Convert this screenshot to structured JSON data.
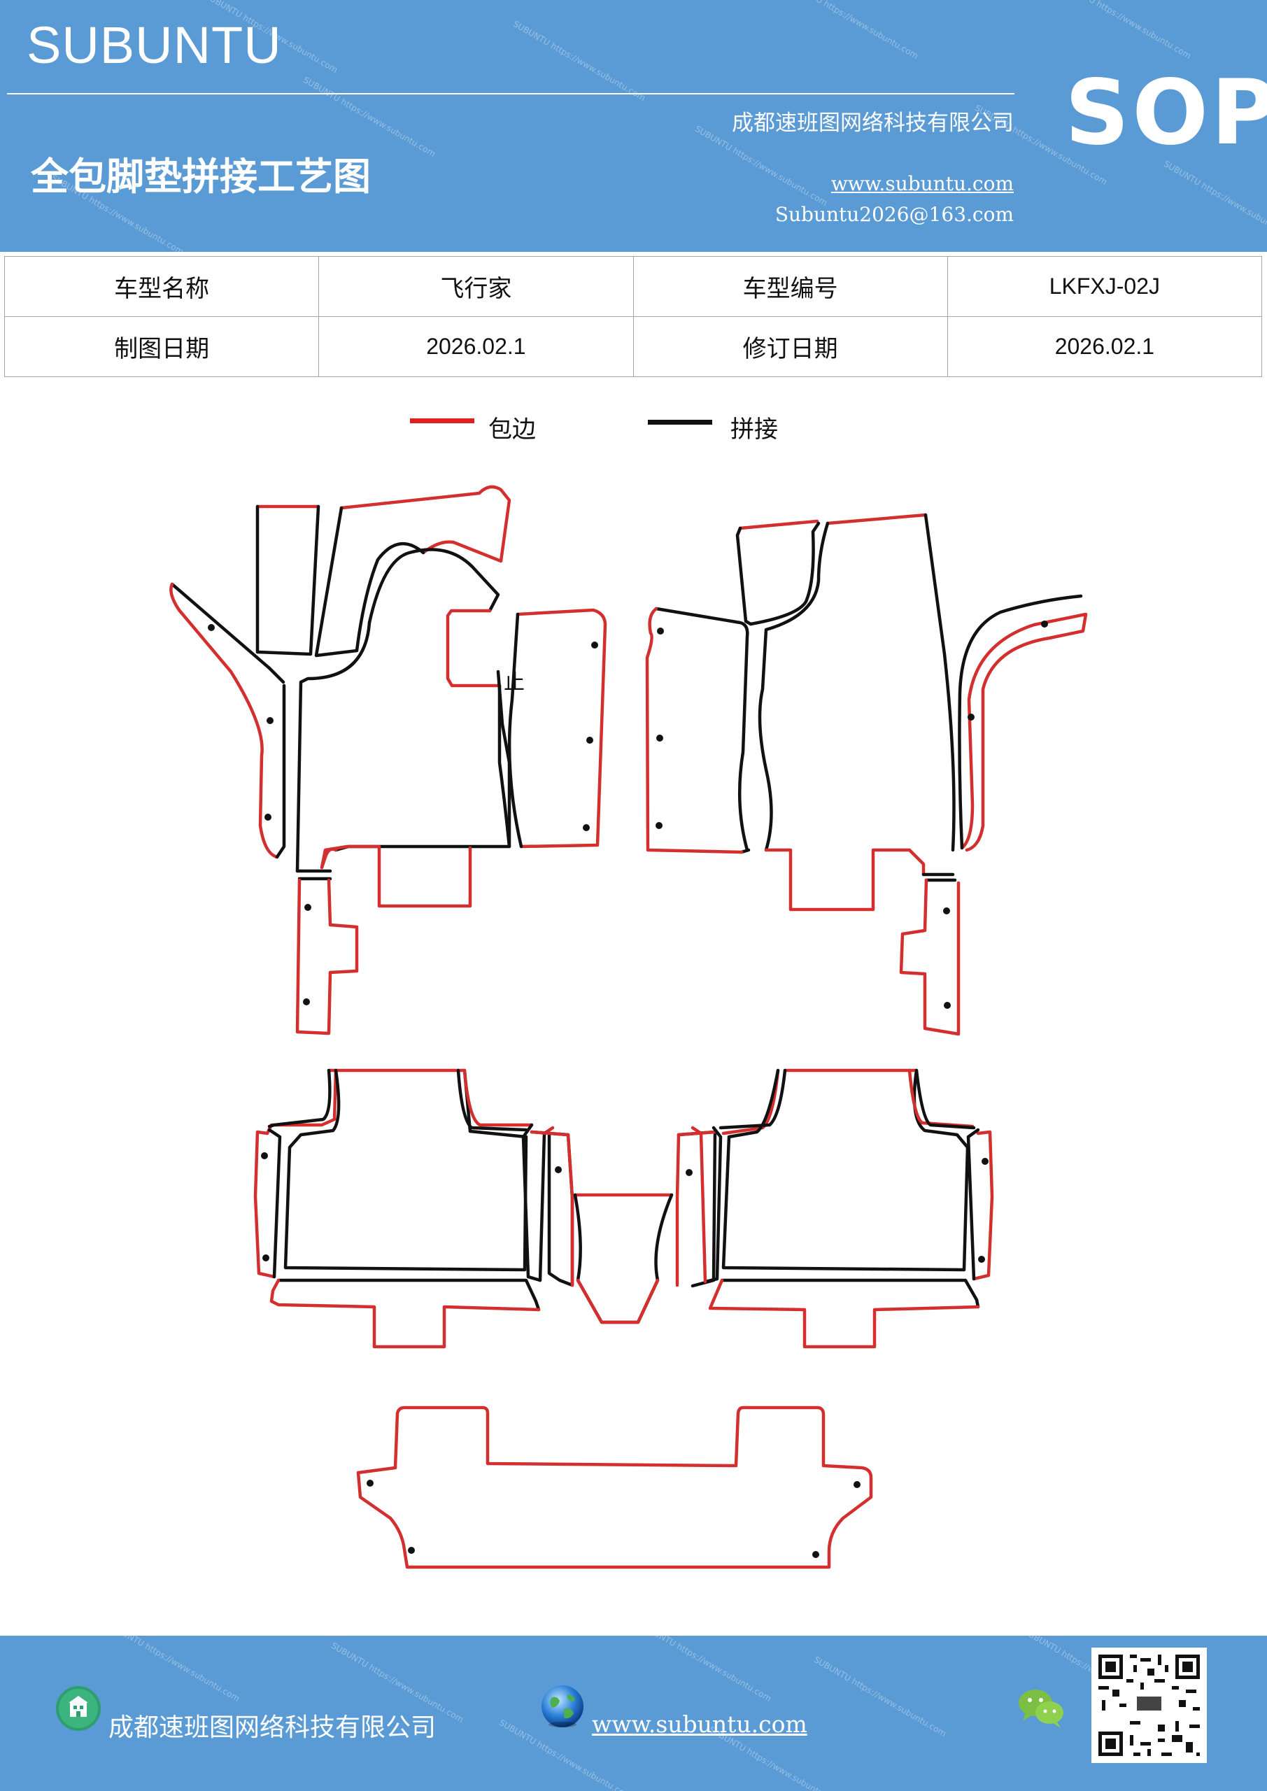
{
  "header": {
    "brand": "SUBUNTU",
    "title": "全包脚垫拼接工艺图",
    "company": "成都速班图网络科技有限公司",
    "website": "www.subuntu.com",
    "email": "Subuntu2026@163.com",
    "badge": "SOP",
    "background_color": "#5b9bd5"
  },
  "info": {
    "rows": [
      [
        "车型名称",
        "飞行家",
        "车型编号",
        "LKFXJ-02J"
      ],
      [
        "制图日期",
        "2026.02.1",
        "修订日期",
        "2026.02.1"
      ]
    ]
  },
  "legend": {
    "items": [
      {
        "label": "包边",
        "color": "#e02020"
      },
      {
        "label": "拼接",
        "color": "#111111"
      }
    ]
  },
  "diagram": {
    "annotation": "止",
    "edge_color": "#d32f2f",
    "seam_color": "#111111"
  },
  "footer": {
    "company": "成都速班图网络科技有限公司",
    "website": "www.subuntu.com",
    "icons": [
      "building-icon",
      "globe-icon",
      "wechat-icon",
      "qr-code"
    ]
  }
}
